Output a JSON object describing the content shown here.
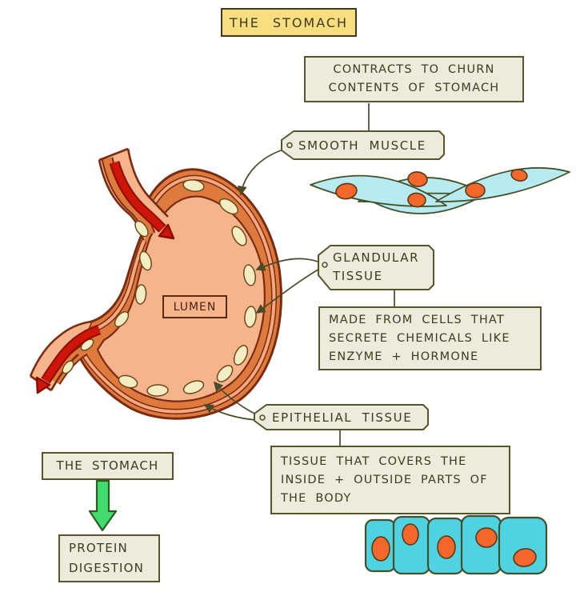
{
  "title": "THE STOMACH",
  "lumen_label": "LUMEN",
  "smooth_muscle": {
    "label": "SMOOTH MUSCLE",
    "note_line1": "CONTRACTS TO CHURN",
    "note_line2": "CONTENTS OF STOMACH"
  },
  "glandular_tissue": {
    "label_line1": "GLANDULAR",
    "label_line2": "TISSUE",
    "note_line1": "MADE FROM CELLS THAT",
    "note_line2": "SECRETE CHEMICALS LIKE",
    "note_line3": "ENZYME + HORMONE"
  },
  "epithelial_tissue": {
    "label": "EPITHELIAL TISSUE",
    "note_line1": "TISSUE THAT COVERS THE",
    "note_line2": "INSIDE + OUTSIDE PARTS OF",
    "note_line3": "THE BODY"
  },
  "flowchart": {
    "source": "THE STOMACH",
    "result_line1": "PROTEIN",
    "result_line2": "DIGESTION"
  },
  "colors": {
    "box-bg": "#EDEBDC",
    "box-border": "#55552D",
    "text-olive": "#3C3C22",
    "title-bg": "#F8DE7F",
    "title-border": "#3A3A1E",
    "stomach-orange": "#DF7A3E",
    "stomach-outline": "#7A2B10",
    "lumen-peach": "#F6B48C",
    "wall-light": "#F3A87D",
    "gland-cream": "#F4ECC3",
    "gland-outline": "#6B4A18",
    "red-arrow": "#CE1508",
    "red-arrow-dark": "#8A0E04",
    "green-arrow": "#40DC6E",
    "green-arrow-outline": "#2E5B20",
    "muscle-cyan": "#B7EBF1",
    "epithelial-cyan": "#4FD3E3",
    "cell-outline": "#44502A",
    "nucleus-orange": "#F4672C",
    "nucleus-outline": "#5A3A10",
    "connector": "#4A4A28",
    "lumen-box-border": "#5A2A10",
    "lumen-box-text": "#4A2410"
  }
}
